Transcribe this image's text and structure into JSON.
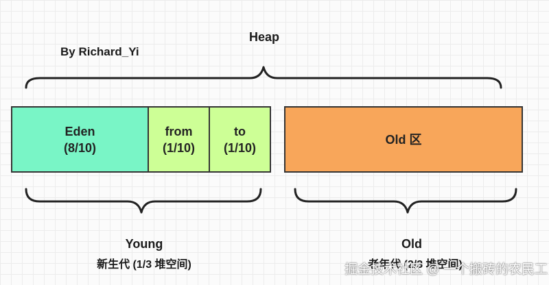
{
  "heap": {
    "title": "Heap",
    "author": "By Richard_Yi"
  },
  "young": {
    "title": "Young",
    "subtitle": "新生代 (1/3 堆空间)",
    "eden": {
      "name": "Eden",
      "ratio": "(8/10)"
    },
    "from": {
      "name": "from",
      "ratio": "(1/10)"
    },
    "to": {
      "name": "to",
      "ratio": "(1/10)"
    }
  },
  "old": {
    "block_label": "Old 区",
    "title": "Old",
    "subtitle": "老年代 (2/3 堆空间)"
  },
  "watermark": "掘金技术社区 @ 一个搬砖的农民工",
  "colors": {
    "eden": "#79f5c6",
    "survivor": "#cdff96",
    "old": "#f8a65a",
    "outline": "#333333"
  }
}
